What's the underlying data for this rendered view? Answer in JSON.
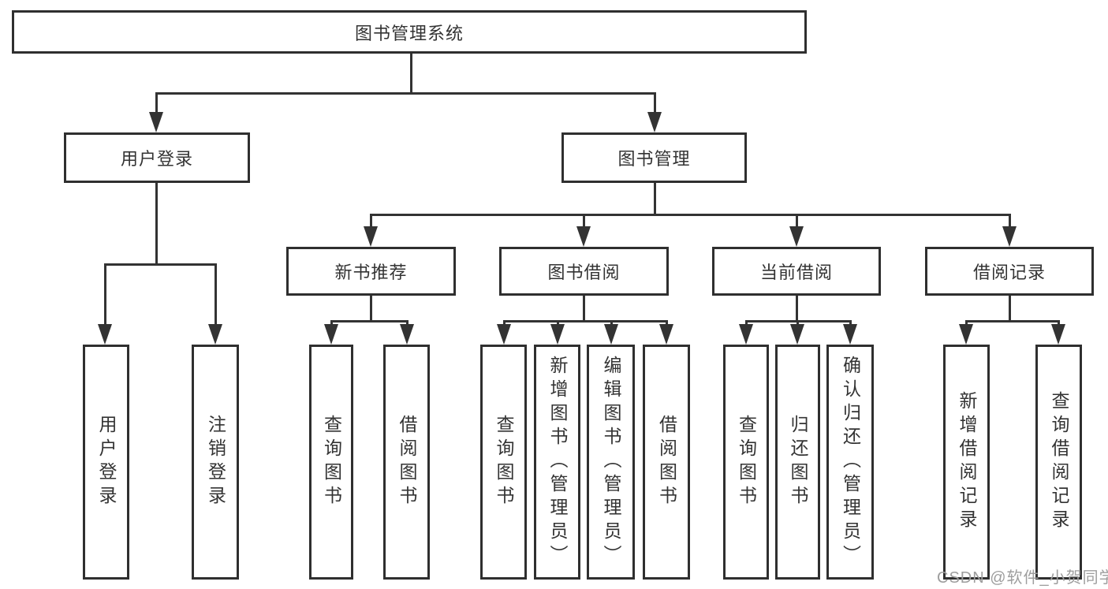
{
  "diagram_title": "图书管理系统",
  "tree": {
    "root": {
      "label": "图书管理系统"
    },
    "branches": [
      {
        "label": "用户登录",
        "children": [
          {
            "label": "用户登录"
          },
          {
            "label": "注销登录"
          }
        ]
      },
      {
        "label": "图书管理",
        "children": [
          {
            "label": "新书推荐",
            "children": [
              {
                "label": "查询图书"
              },
              {
                "label": "借阅图书"
              }
            ]
          },
          {
            "label": "图书借阅",
            "children": [
              {
                "label": "查询图书"
              },
              {
                "label": "新增图书（管理员）"
              },
              {
                "label": "编辑图书（管理员）"
              },
              {
                "label": "借阅图书"
              }
            ]
          },
          {
            "label": "当前借阅",
            "children": [
              {
                "label": "查询图书"
              },
              {
                "label": "归还图书"
              },
              {
                "label": "确认归还（管理员）"
              }
            ]
          },
          {
            "label": "借阅记录",
            "children": [
              {
                "label": "新增借阅记录"
              },
              {
                "label": "查询借阅记录"
              }
            ]
          }
        ]
      }
    ]
  },
  "watermark": {
    "text": "CSDN @软件_小贺同学",
    "color": "#9e9e9e"
  },
  "colors": {
    "line": "#333333",
    "border": "#2f2f2f",
    "text": "#333333",
    "background": "#ffffff"
  }
}
